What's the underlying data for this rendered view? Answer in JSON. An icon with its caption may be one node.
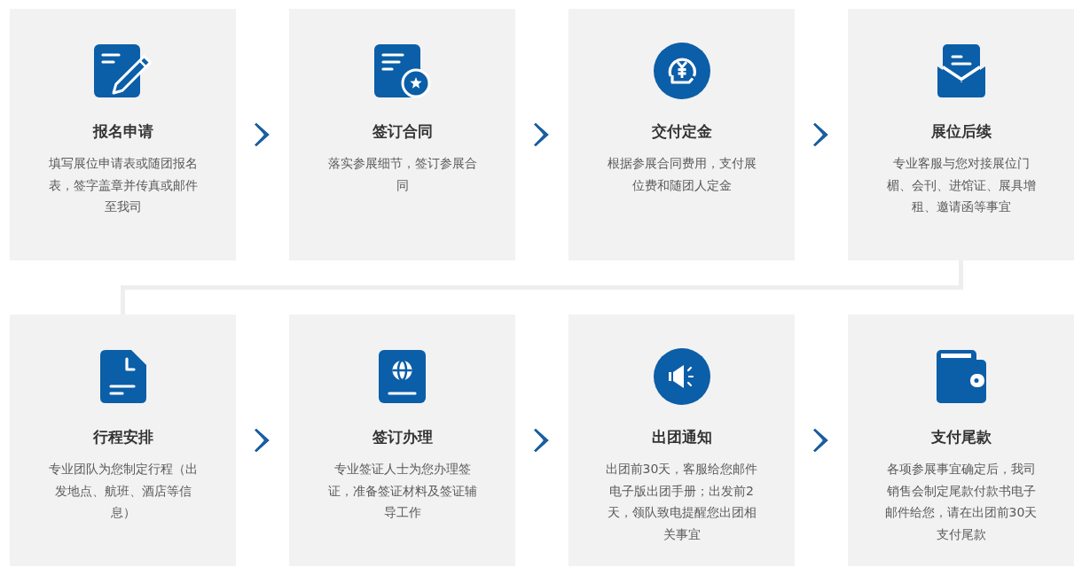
{
  "diagram": {
    "nodes": [
      {
        "text": [
          "报名申请",
          "填写展位申请表或随团报名表，签字盖章并传真或邮件至我司"
        ]
      },
      {
        "text": [
          "签订合同",
          "落实参展细节，签订参展合同"
        ]
      },
      {
        "text": [
          "交付定金",
          "根据参展合同费用，支付展位费和随团人定金"
        ]
      },
      {
        "text": [
          "展位后续",
          "专业客服与您对接展位门楣、会刊、进馆证、展具增租、邀请函等事宜"
        ]
      },
      {
        "text": [
          "行程安排",
          "专业团队为您制定行程（出发地点、航班、酒店等信息）"
        ]
      },
      {
        "text": [
          "签订办理",
          "专业签证人士为您办理签证，准备签证材料及签证辅导工作"
        ]
      },
      {
        "text": [
          "出团通知",
          "出团前30天，客服给您邮件电子版出团手册；出发前2天，领队致电提醒您出团相关事宜"
        ]
      },
      {
        "text": [
          "支付尾款",
          "各项参展事宜确定后，我司销售会制定尾款付款书电子邮件给您，请在出团前30天支付尾款"
        ]
      }
    ],
    "edges": [
      {
        "from": 0,
        "to": 1,
        "arrow": "to"
      },
      {
        "from": 1,
        "to": 2,
        "arrow": "to"
      },
      {
        "from": 2,
        "to": 3,
        "arrow": "to"
      },
      {
        "from": 3,
        "to": 4,
        "arrow": "none",
        "color": "#eeeeee"
      },
      {
        "from": 4,
        "to": 5,
        "arrow": "to"
      },
      {
        "from": 5,
        "to": 6,
        "arrow": "to"
      },
      {
        "from": 6,
        "to": 7,
        "arrow": "to"
      }
    ]
  }
}
